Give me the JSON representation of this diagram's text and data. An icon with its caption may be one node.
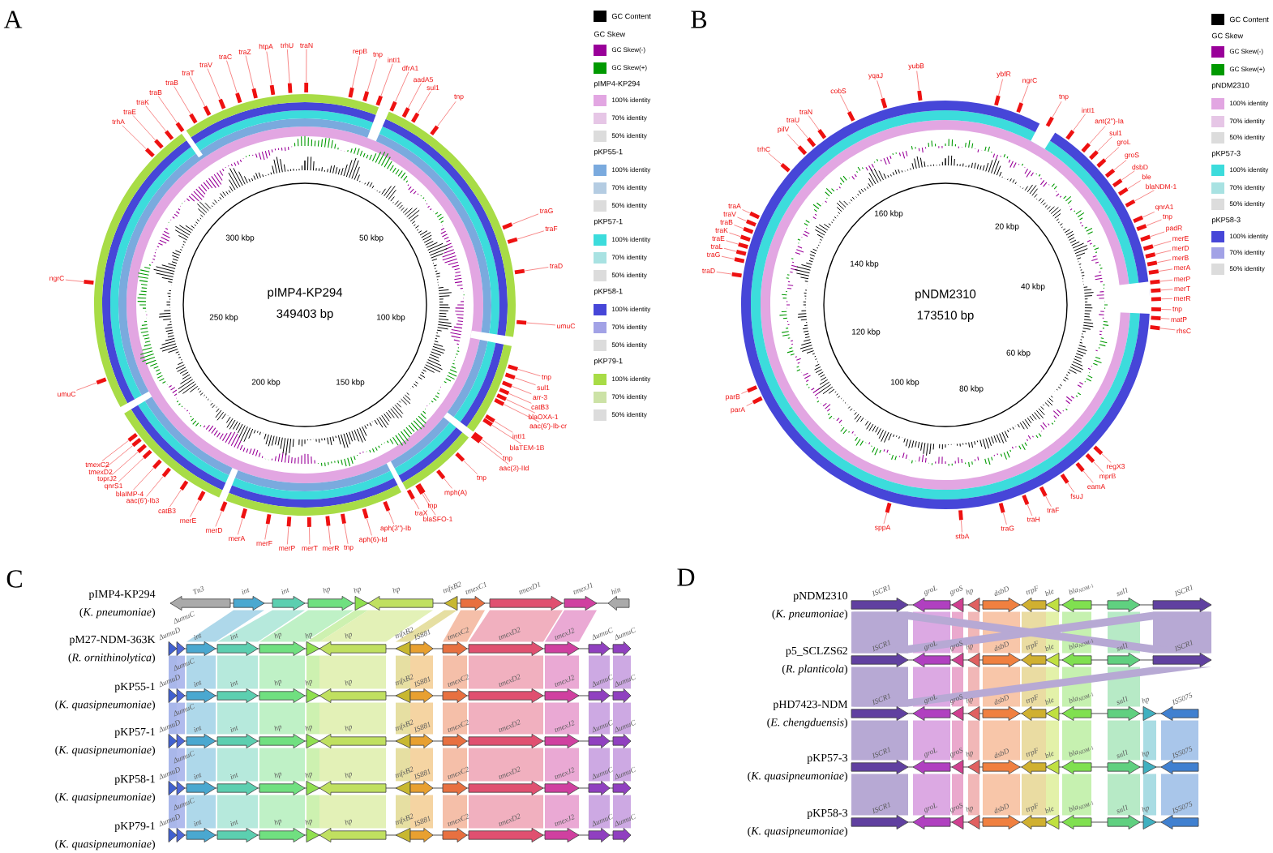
{
  "diagram": {
    "nodes": [
      {
        "text": [
          "repB"
        ]
      },
      {
        "text": [
          "tnp"
        ]
      },
      {
        "text": [
          "intI1"
        ]
      },
      {
        "text": [
          "dfrA1"
        ]
      },
      {
        "text": [
          "aadA5"
        ]
      },
      {
        "text": [
          "sul1"
        ]
      },
      {
        "text": [
          "tnp"
        ]
      },
      {
        "text": [
          "traG"
        ]
      },
      {
        "text": [
          "traF"
        ]
      },
      {
        "text": [
          "traD"
        ]
      },
      {
        "text": [
          "umuC"
        ]
      },
      {
        "text": [
          "tnp"
        ]
      },
      {
        "text": [
          "sul1"
        ]
      },
      {
        "text": [
          "arr-3"
        ]
      },
      {
        "text": [
          "catB3"
        ]
      },
      {
        "text": [
          "blaOXA-1"
        ]
      },
      {
        "text": [
          "aac(6')-Ib-cr"
        ]
      },
      {
        "text": [
          "intI1"
        ]
      },
      {
        "text": [
          "blaTEM-1B"
        ]
      },
      {
        "text": [
          "tnp"
        ]
      },
      {
        "text": [
          "aac(3)-IId"
        ]
      },
      {
        "text": [
          "tnp"
        ]
      },
      {
        "text": [
          "mph(A)"
        ]
      },
      {
        "text": [
          "tnp"
        ]
      },
      {
        "text": [
          "traX"
        ]
      },
      {
        "text": [
          "blaSFO-1"
        ]
      },
      {
        "text": [
          "aph(3'')-Ib"
        ]
      },
      {
        "text": [
          "aph(6)-Id"
        ]
      },
      {
        "text": [
          "tnp"
        ]
      },
      {
        "text": [
          "merR"
        ]
      },
      {
        "text": [
          "merT"
        ]
      },
      {
        "text": [
          "merP"
        ]
      },
      {
        "text": [
          "merF"
        ]
      },
      {
        "text": [
          "merA"
        ]
      },
      {
        "text": [
          "merD"
        ]
      },
      {
        "text": [
          "merE"
        ]
      },
      {
        "text": [
          "catB3"
        ]
      },
      {
        "text": [
          "aac(6')-Ib3"
        ]
      },
      {
        "text": [
          "blaIMP-4"
        ]
      },
      {
        "text": [
          "qnrS1"
        ]
      },
      {
        "text": [
          "toprJ2"
        ]
      },
      {
        "text": [
          "tmexD2"
        ]
      },
      {
        "text": [
          "tmexC2"
        ]
      },
      {
        "text": [
          "umuC"
        ]
      },
      {
        "text": [
          "ngrC"
        ]
      },
      {
        "text": [
          "trhA"
        ]
      },
      {
        "text": [
          "traE"
        ]
      },
      {
        "text": [
          "traK"
        ]
      },
      {
        "text": [
          "traB"
        ]
      },
      {
        "text": [
          "traB"
        ]
      },
      {
        "text": [
          "traT"
        ]
      },
      {
        "text": [
          "traV"
        ]
      },
      {
        "text": [
          "traC"
        ]
      },
      {
        "text": [
          "traZ"
        ]
      },
      {
        "text": [
          "htpA"
        ]
      },
      {
        "text": [
          "trhU"
        ]
      },
      {
        "text": [
          "traN"
        ]
      },
      {
        "text": [
          "yubB"
        ]
      },
      {
        "text": [
          "ybfR"
        ]
      },
      {
        "text": [
          "ngrC"
        ]
      },
      {
        "text": [
          "tnp"
        ]
      },
      {
        "text": [
          "intI1"
        ]
      },
      {
        "text": [
          "ant(2'')-Ia"
        ]
      },
      {
        "text": [
          "sul1"
        ]
      },
      {
        "text": [
          "groL"
        ]
      },
      {
        "text": [
          "groS"
        ]
      },
      {
        "text": [
          "dsbD"
        ]
      },
      {
        "text": [
          "ble"
        ]
      },
      {
        "text": [
          "blaNDM-1"
        ]
      },
      {
        "text": [
          "qnrA1"
        ]
      },
      {
        "text": [
          "tnp"
        ]
      },
      {
        "text": [
          "padR"
        ]
      },
      {
        "text": [
          "merE"
        ]
      },
      {
        "text": [
          "merD"
        ]
      },
      {
        "text": [
          "merB"
        ]
      },
      {
        "text": [
          "merA"
        ]
      },
      {
        "text": [
          "merP"
        ]
      },
      {
        "text": [
          "merT"
        ]
      },
      {
        "text": [
          "merR"
        ]
      },
      {
        "text": [
          "tnp"
        ]
      },
      {
        "text": [
          "matP"
        ]
      },
      {
        "text": [
          "rhsC"
        ]
      },
      {
        "text": [
          "regX3"
        ]
      },
      {
        "text": [
          "mprB"
        ]
      },
      {
        "text": [
          "eamA"
        ]
      },
      {
        "text": [
          "fsuJ"
        ]
      },
      {
        "text": [
          "traF"
        ]
      },
      {
        "text": [
          "traH"
        ]
      },
      {
        "text": [
          "traG"
        ]
      },
      {
        "text": [
          "stbA"
        ]
      },
      {
        "text": [
          "sppA"
        ]
      },
      {
        "text": [
          "parA"
        ]
      },
      {
        "text": [
          "parB"
        ]
      },
      {
        "text": [
          "traD"
        ]
      },
      {
        "text": [
          "traG"
        ]
      },
      {
        "text": [
          "traL"
        ]
      },
      {
        "text": [
          "traE"
        ]
      },
      {
        "text": [
          "traK"
        ]
      },
      {
        "text": [
          "traB"
        ]
      },
      {
        "text": [
          "traV"
        ]
      },
      {
        "text": [
          "traA"
        ]
      },
      {
        "text": [
          "trhC"
        ]
      },
      {
        "text": [
          "pilV"
        ]
      },
      {
        "text": [
          "traU"
        ]
      },
      {
        "text": [
          "traN"
        ]
      },
      {
        "text": [
          "cobS"
        ]
      },
      {
        "text": [
          "yqaJ"
        ]
      },
      {
        "text": [],
        "shape": "bar"
      },
      {
        "text": [],
        "shape": "bar"
      },
      {
        "text": [],
        "shape": "bar"
      },
      {
        "text": [],
        "shape": "bar"
      },
      {
        "text": [],
        "shape": "bar"
      },
      {
        "text": [],
        "shape": "bar"
      },
      {
        "text": [],
        "shape": "bar"
      },
      {
        "text": [],
        "shape": "bar"
      },
      {
        "text": [],
        "shape": "bar"
      },
      {
        "text": [],
        "shape": "bar"
      },
      {
        "text": [],
        "shape": "bar"
      },
      {
        "text": [],
        "shape": "bar"
      },
      {
        "text": [],
        "shape": "bar"
      },
      {
        "text": [],
        "shape": "bar"
      },
      {
        "text": [],
        "shape": "bar"
      },
      {
        "text": [],
        "shape": "bar"
      },
      {
        "text": [],
        "shape": "bar"
      },
      {
        "text": [],
        "shape": "bar"
      },
      {
        "text": [],
        "shape": "bar"
      },
      {
        "text": [],
        "shape": "bar"
      },
      {
        "text": [],
        "shape": "bar"
      },
      {
        "text": [],
        "shape": "bar"
      },
      {
        "text": [],
        "shape": "bar"
      },
      {
        "text": [],
        "shape": "bar"
      },
      {
        "text": [],
        "shape": "bar"
      },
      {
        "text": [],
        "shape": "bar"
      },
      {
        "text": [],
        "shape": "bar"
      },
      {
        "text": [],
        "shape": "bar"
      },
      {
        "text": [],
        "shape": "bar"
      },
      {
        "text": [],
        "shape": "bar"
      },
      {
        "text": [],
        "shape": "bar"
      },
      {
        "text": [],
        "shape": "bar"
      },
      {
        "text": [],
        "shape": "bar"
      },
      {
        "text": [],
        "shape": "bar"
      },
      {
        "text": [],
        "shape": "bar"
      },
      {
        "text": [],
        "shape": "bar"
      },
      {
        "text": [],
        "shape": "bar"
      },
      {
        "text": [],
        "shape": "bar"
      },
      {
        "text": [],
        "shape": "bar"
      },
      {
        "text": [],
        "shape": "bar"
      },
      {
        "text": [],
        "shape": "bar"
      },
      {
        "text": [],
        "shape": "bar"
      },
      {
        "text": [],
        "shape": "bar"
      },
      {
        "text": [],
        "shape": "bar"
      },
      {
        "text": [],
        "shape": "bar"
      },
      {
        "text": [],
        "shape": "bar"
      },
      {
        "text": [],
        "shape": "bar"
      },
      {
        "text": [],
        "shape": "bar"
      },
      {
        "text": [],
        "shape": "bar"
      },
      {
        "text": [],
        "shape": "bar"
      },
      {
        "text": [],
        "shape": "bar"
      },
      {
        "text": [],
        "shape": "bar"
      },
      {
        "text": [],
        "shape": "bar"
      },
      {
        "text": [],
        "shape": "bar"
      },
      {
        "text": [],
        "shape": "bar"
      },
      {
        "text": [],
        "shape": "bar"
      },
      {
        "text": [],
        "shape": "bar"
      },
      {
        "text": [],
        "shape": "bar"
      },
      {
        "text": [],
        "shape": "bar"
      },
      {
        "text": [],
        "shape": "bar"
      },
      {
        "text": [],
        "shape": "bar"
      },
      {
        "text": [],
        "shape": "bar"
      },
      {
        "text": [],
        "shape": "bar"
      },
      {
        "text": [],
        "shape": "bar"
      },
      {
        "text": [],
        "shape": "bar"
      },
      {
        "text": [],
        "shape": "bar"
      },
      {
        "text": [],
        "shape": "bar"
      },
      {
        "text": [],
        "shape": "bar"
      },
      {
        "text": [],
        "shape": "bar"
      },
      {
        "text": [],
        "shape": "bar"
      },
      {
        "text": [],
        "shape": "bar"
      },
      {
        "text": [],
        "shape": "bar"
      },
      {
        "text": [],
        "shape": "bar"
      },
      {
        "text": [],
        "shape": "bar"
      },
      {
        "text": [],
        "shape": "bar"
      },
      {
        "text": [],
        "shape": "bar"
      },
      {
        "text": [],
        "shape": "bar"
      },
      {
        "text": [],
        "shape": "bar"
      },
      {
        "text": [],
        "shape": "bar"
      },
      {
        "text": [],
        "shape": "bar"
      },
      {
        "text": [],
        "shape": "bar"
      },
      {
        "text": [],
        "shape": "bar"
      },
      {
        "text": [],
        "shape": "bar"
      },
      {
        "text": [],
        "shape": "bar"
      },
      {
        "text": [],
        "shape": "bar"
      },
      {
        "text": [],
        "shape": "bar"
      },
      {
        "text": [],
        "shape": "bar"
      },
      {
        "text": [],
        "shape": "bar"
      },
      {
        "text": [],
        "shape": "bar"
      },
      {
        "text": [],
        "shape": "bar"
      },
      {
        "text": [],
        "shape": "bar"
      },
      {
        "text": [],
        "shape": "bar"
      },
      {
        "text": [],
        "shape": "bar"
      },
      {
        "text": [],
        "shape": "bar"
      },
      {
        "text": [],
        "shape": "bar"
      },
      {
        "text": [],
        "shape": "bar"
      },
      {
        "text": [],
        "shape": "bar"
      },
      {
        "text": [],
        "shape": "bar"
      },
      {
        "text": [],
        "shape": "bar"
      },
      {
        "text": [],
        "shape": "bar"
      },
      {
        "text": [],
        "shape": "bar"
      },
      {
        "text": [],
        "shape": "bar"
      },
      {
        "text": [],
        "shape": "bar"
      },
      {
        "text": [],
        "shape": "bar"
      },
      {
        "text": [],
        "shape": "bar"
      },
      {
        "text": [],
        "shape": "bar"
      },
      {
        "text": [],
        "shape": "bar"
      }
    ],
    "edges": [
      {
        "from": 0,
        "to": 107,
        "arrow": "none"
      },
      {
        "from": 1,
        "to": 108,
        "arrow": "none"
      },
      {
        "from": 2,
        "to": 109,
        "arrow": "none"
      },
      {
        "from": 3,
        "to": 110,
        "arrow": "none"
      },
      {
        "from": 4,
        "to": 111,
        "arrow": "none"
      },
      {
        "from": 5,
        "to": 112,
        "arrow": "none"
      },
      {
        "from": 6,
        "to": 113,
        "arrow": "none"
      },
      {
        "from": 7,
        "to": 114,
        "arrow": "none"
      },
      {
        "from": 8,
        "to": 115,
        "arrow": "none"
      },
      {
        "from": 9,
        "to": 116,
        "arrow": "none"
      },
      {
        "from": 10,
        "to": 117,
        "arrow": "none"
      },
      {
        "from": 11,
        "to": 118,
        "arrow": "none"
      },
      {
        "from": 12,
        "to": 119,
        "arrow": "none"
      },
      {
        "from": 13,
        "to": 120,
        "arrow": "none"
      },
      {
        "from": 14,
        "to": 121,
        "arrow": "none"
      },
      {
        "from": 15,
        "to": 122,
        "arrow": "none"
      },
      {
        "from": 16,
        "to": 123,
        "arrow": "none"
      },
      {
        "from": 17,
        "to": 124,
        "arrow": "none"
      },
      {
        "from": 18,
        "to": 125,
        "arrow": "none"
      },
      {
        "from": 19,
        "to": 126,
        "arrow": "none"
      },
      {
        "from": 20,
        "to": 127,
        "arrow": "none"
      },
      {
        "from": 21,
        "to": 128,
        "arrow": "none"
      },
      {
        "from": 22,
        "to": 129,
        "arrow": "none"
      },
      {
        "from": 23,
        "to": 130,
        "arrow": "none"
      },
      {
        "from": 24,
        "to": 131,
        "arrow": "none"
      },
      {
        "from": 25,
        "to": 132,
        "arrow": "none"
      },
      {
        "from": 26,
        "to": 133,
        "arrow": "none"
      },
      {
        "from": 27,
        "to": 134,
        "arrow": "none"
      },
      {
        "from": 28,
        "to": 135,
        "arrow": "none"
      },
      {
        "from": 29,
        "to": 136,
        "arrow": "none"
      },
      {
        "from": 30,
        "to": 137,
        "arrow": "none"
      },
      {
        "from": 31,
        "to": 138,
        "arrow": "none"
      },
      {
        "from": 32,
        "to": 139,
        "arrow": "none"
      },
      {
        "from": 33,
        "to": 140,
        "arrow": "none"
      },
      {
        "from": 34,
        "to": 141,
        "arrow": "none"
      },
      {
        "from": 35,
        "to": 142,
        "arrow": "none"
      },
      {
        "from": 36,
        "to": 143,
        "arrow": "none"
      },
      {
        "from": 37,
        "to": 144,
        "arrow": "none"
      },
      {
        "from": 38,
        "to": 145,
        "arrow": "none"
      },
      {
        "from": 39,
        "to": 146,
        "arrow": "none"
      },
      {
        "from": 40,
        "to": 147,
        "arrow": "none"
      },
      {
        "from": 41,
        "to": 148,
        "arrow": "none"
      },
      {
        "from": 42,
        "to": 149,
        "arrow": "none"
      },
      {
        "from": 43,
        "to": 150,
        "arrow": "none"
      },
      {
        "from": 44,
        "to": 151,
        "arrow": "none"
      },
      {
        "from": 45,
        "to": 152,
        "arrow": "none"
      },
      {
        "from": 46,
        "to": 153,
        "arrow": "none"
      },
      {
        "from": 47,
        "to": 154,
        "arrow": "none"
      },
      {
        "from": 48,
        "to": 155,
        "arrow": "none"
      },
      {
        "from": 49,
        "to": 156,
        "arrow": "none"
      },
      {
        "from": 50,
        "to": 157,
        "arrow": "none"
      },
      {
        "from": 51,
        "to": 158,
        "arrow": "none"
      },
      {
        "from": 52,
        "to": 159,
        "arrow": "none"
      },
      {
        "from": 53,
        "to": 160,
        "arrow": "none"
      },
      {
        "from": 54,
        "to": 161,
        "arrow": "none"
      },
      {
        "from": 55,
        "to": 162,
        "arrow": "none"
      },
      {
        "from": 56,
        "to": 163,
        "arrow": "none"
      },
      {
        "from": 57,
        "to": 164,
        "arrow": "none"
      },
      {
        "from": 58,
        "to": 165,
        "arrow": "none"
      },
      {
        "from": 59,
        "to": 166,
        "arrow": "none"
      },
      {
        "from": 60,
        "to": 167,
        "arrow": "none"
      },
      {
        "from": 61,
        "to": 168,
        "arrow": "none"
      },
      {
        "from": 62,
        "to": 169,
        "arrow": "none"
      },
      {
        "from": 63,
        "to": 170,
        "arrow": "none"
      },
      {
        "from": 64,
        "to": 171,
        "arrow": "none"
      },
      {
        "from": 65,
        "to": 172,
        "arrow": "none"
      },
      {
        "from": 66,
        "to": 173,
        "arrow": "none"
      },
      {
        "from": 67,
        "to": 174,
        "arrow": "none"
      },
      {
        "from": 68,
        "to": 175,
        "arrow": "none"
      },
      {
        "from": 69,
        "to": 176,
        "arrow": "none"
      },
      {
        "from": 70,
        "to": 177,
        "arrow": "none"
      },
      {
        "from": 71,
        "to": 178,
        "arrow": "none"
      },
      {
        "from": 72,
        "to": 179,
        "arrow": "none"
      },
      {
        "from": 73,
        "to": 180,
        "arrow": "none"
      },
      {
        "from": 74,
        "to": 181,
        "arrow": "none"
      },
      {
        "from": 75,
        "to": 182,
        "arrow": "none"
      },
      {
        "from": 76,
        "to": 183,
        "arrow": "none"
      },
      {
        "from": 77,
        "to": 184,
        "arrow": "none"
      },
      {
        "from": 78,
        "to": 185,
        "arrow": "none"
      },
      {
        "from": 79,
        "to": 186,
        "arrow": "none"
      },
      {
        "from": 80,
        "to": 187,
        "arrow": "none"
      },
      {
        "from": 81,
        "to": 188,
        "arrow": "none"
      },
      {
        "from": 82,
        "to": 189,
        "arrow": "none"
      },
      {
        "from": 83,
        "to": 190,
        "arrow": "none"
      },
      {
        "from": 84,
        "to": 191,
        "arrow": "none"
      },
      {
        "from": 85,
        "to": 192,
        "arrow": "none"
      },
      {
        "from": 86,
        "to": 193,
        "arrow": "none"
      },
      {
        "from": 87,
        "to": 194,
        "arrow": "none"
      },
      {
        "from": 88,
        "to": 195,
        "arrow": "none"
      },
      {
        "from": 89,
        "to": 196,
        "arrow": "none"
      },
      {
        "from": 90,
        "to": 197,
        "arrow": "none"
      },
      {
        "from": 91,
        "to": 198,
        "arrow": "none"
      },
      {
        "from": 92,
        "to": 199,
        "arrow": "none"
      },
      {
        "from": 93,
        "to": 200,
        "arrow": "none"
      },
      {
        "from": 94,
        "to": 201,
        "arrow": "none"
      },
      {
        "from": 95,
        "to": 202,
        "arrow": "none"
      },
      {
        "from": 96,
        "to": 203,
        "arrow": "none"
      },
      {
        "from": 97,
        "to": 204,
        "arrow": "none"
      },
      {
        "from": 98,
        "to": 205,
        "arrow": "none"
      },
      {
        "from": 99,
        "to": 206,
        "arrow": "none"
      },
      {
        "from": 100,
        "to": 207,
        "arrow": "none"
      },
      {
        "from": 101,
        "to": 208,
        "arrow": "none"
      },
      {
        "from": 102,
        "to": 209,
        "arrow": "none"
      },
      {
        "from": 103,
        "to": 210,
        "arrow": "none"
      },
      {
        "from": 104,
        "to": 211,
        "arrow": "none"
      },
      {
        "from": 105,
        "to": 212,
        "arrow": "none"
      },
      {
        "from": 106,
        "to": 213,
        "arrow": "none"
      }
    ],
    "labels": [
      "A",
      "B",
      "C",
      "D",
      "pIMP4-KP294",
      "349403 bp",
      "300 kbp",
      "50 kbp",
      "250 kbp",
      "100 kbp",
      "200 kbp",
      "150 kbp",
      "pNDM2310",
      "173510 bp",
      "160 kbp",
      "20 kbp",
      "140 kbp",
      "40 kbp",
      "120 kbp",
      "60 kbp",
      "100 kbp",
      "80 kbp",
      "GC Skew",
      "pIMP4-KP294",
      "pKP55-1",
      "pKP57-1",
      "pKP58-1",
      "pKP79-1",
      "GC Skew",
      "pNDM2310",
      "pKP57-3",
      "pKP58-3",
      "pIMP4-KP294",
      "(*K. pneumoniae*)",
      "Tn3",
      "int",
      "int",
      "hp",
      "hp",
      "hp",
      "tnfxB2",
      "tmexC1",
      "tmexD1",
      "tmexJ1",
      "hin",
      "pM27-NDM-363K",
      "(*R. ornithinolytica*)",
      "ΔumuD",
      "ΔumuC",
      "int",
      "int",
      "hp",
      "hp",
      "hp",
      "tnfxB2",
      "IS881",
      "tmexC2",
      "tmexD2",
      "tmexJ2",
      "ΔumuC",
      "ΔumuC",
      "pKP55-1",
      "(*K. quasipneumoniae*)",
      "ΔumuD",
      "ΔumuC",
      "int",
      "int",
      "hp",
      "hp",
      "hp",
      "tnfxB2",
      "IS881",
      "tmexC2",
      "tmexD2",
      "tmexJ2",
      "ΔumuC",
      "ΔumuC",
      "pKP57-1",
      "(*K. quasipneumoniae*)",
      "ΔumuD",
      "ΔumuC",
      "int",
      "int",
      "hp",
      "hp",
      "hp",
      "tnfxB2",
      "IS881",
      "tmexC2",
      "tmexD2",
      "tmexJ2",
      "ΔumuC",
      "ΔumuC",
      "pKP58-1",
      "(*K. quasipneumoniae*)",
      "ΔumuD",
      "ΔumuC",
      "int",
      "int",
      "hp",
      "hp",
      "hp",
      "tnfxB2",
      "IS881",
      "tmexC2",
      "tmexD2",
      "tmexJ2",
      "ΔumuC",
      "ΔumuC",
      "pKP79-1",
      "(*K. quasipneumoniae*)",
      "ΔumuD",
      "ΔumuC",
      "int",
      "int",
      "hp",
      "hp",
      "hp",
      "tnfxB2",
      "IS881",
      "tmexC2",
      "tmexD2",
      "tmexJ2",
      "ΔumuC",
      "ΔumuC",
      "pNDM2310",
      "(*K. pneumoniae*)",
      "ISCR1",
      "groL",
      "groS",
      "hp",
      "dsbD",
      "trpF",
      "ble",
      "bla$_{NDM-1}$",
      "sul1",
      "ISCR1",
      "p5_SCLZS62",
      "(*R. planticola*)",
      "ISCR1",
      "groL",
      "groS",
      "hp",
      "dsbD",
      "trpF",
      "ble",
      "bla$_{NDM-1}$",
      "sul1",
      "ISCR1",
      "pHD7423-NDM",
      "(*E. chengduensis*)",
      "ISCR1",
      "groL",
      "groS",
      "hp",
      "dsbD",
      "trpF",
      "ble",
      "bla$_{NDM-1}$",
      "sul1",
      "hp",
      "IS5075",
      "pKP57-3",
      "(*K. quasipneumoniae*)",
      "ISCR1",
      "groL",
      "groS",
      "hp",
      "dsbD",
      "trpF",
      "ble",
      "bla$_{NDM-1}$",
      "sul1",
      "hp",
      "IS5075",
      "pKP58-3",
      "(*K. quasipneumoniae*)",
      "ISCR1",
      "groL",
      "groS",
      "hp",
      "dsbD",
      "trpF",
      "ble",
      "bla$_{NDM-1}$",
      "sul1",
      "hp",
      "IS5075"
    ],
    "legend": [
      {
        "text": "GC Content",
        "color": "#000000"
      },
      {
        "text": "GC Skew(-)",
        "color": "#990099"
      },
      {
        "text": "GC Skew(+)",
        "color": "#009900"
      },
      {
        "text": "100% identity",
        "color": "#e2a6e2"
      },
      {
        "text": "70% identity",
        "color": "#e6c6e6"
      },
      {
        "text": "50% identity",
        "color": "#dcdcdc"
      },
      {
        "text": "100% identity",
        "color": "#7aaade"
      },
      {
        "text": "70% identity",
        "color": "#b4cce2"
      },
      {
        "text": "50% identity",
        "color": "#dcdcdc"
      },
      {
        "text": "100% identity",
        "color": "#3cdcdc"
      },
      {
        "text": "70% identity",
        "color": "#a8e2e2"
      },
      {
        "text": "50% identity",
        "color": "#dcdcdc"
      },
      {
        "text": "100% identity",
        "color": "#4646d8"
      },
      {
        "text": "70% identity",
        "color": "#a2a2e6"
      },
      {
        "text": "50% identity",
        "color": "#dcdcdc"
      },
      {
        "text": "100% identity",
        "color": "#a8dc46"
      },
      {
        "text": "70% identity",
        "color": "#cce2a6"
      },
      {
        "text": "50% identity",
        "color": "#dcdcdc"
      },
      {
        "text": "GC Content",
        "color": "#000000"
      },
      {
        "text": "GC Skew(-)",
        "color": "#990099"
      },
      {
        "text": "GC Skew(+)",
        "color": "#009900"
      },
      {
        "text": "100% identity",
        "color": "#e2a6e2"
      },
      {
        "text": "70% identity",
        "color": "#e6c6e6"
      },
      {
        "text": "50% identity",
        "color": "#dcdcdc"
      },
      {
        "text": "100% identity",
        "color": "#3cdcdc"
      },
      {
        "text": "70% identity",
        "color": "#a8e2e2"
      },
      {
        "text": "50% identity",
        "color": "#dcdcdc"
      },
      {
        "text": "100% identity",
        "color": "#4646d8"
      },
      {
        "text": "70% identity",
        "color": "#a2a2e6"
      },
      {
        "text": "50% identity",
        "color": "#dcdcdc"
      }
    ]
  }
}
